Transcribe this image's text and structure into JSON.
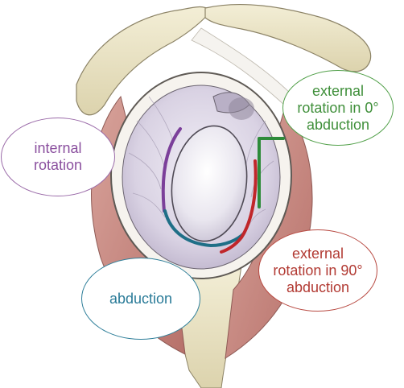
{
  "labels": {
    "internal_rotation": "internal\nrotation",
    "external_rotation_0": "external\nrotation in 0°\nabduction",
    "external_rotation_90": "external\nrotation in 90°\nabduction",
    "abduction": "abduction"
  },
  "colors": {
    "internal_rotation": "#7b3f9a",
    "external_rotation_0": "#2e8b3a",
    "external_rotation_90": "#c0262a",
    "abduction": "#1f6f87",
    "bone": "#ece6c8",
    "muscle": "#c78a82",
    "capsule": "#ddd6e6"
  }
}
